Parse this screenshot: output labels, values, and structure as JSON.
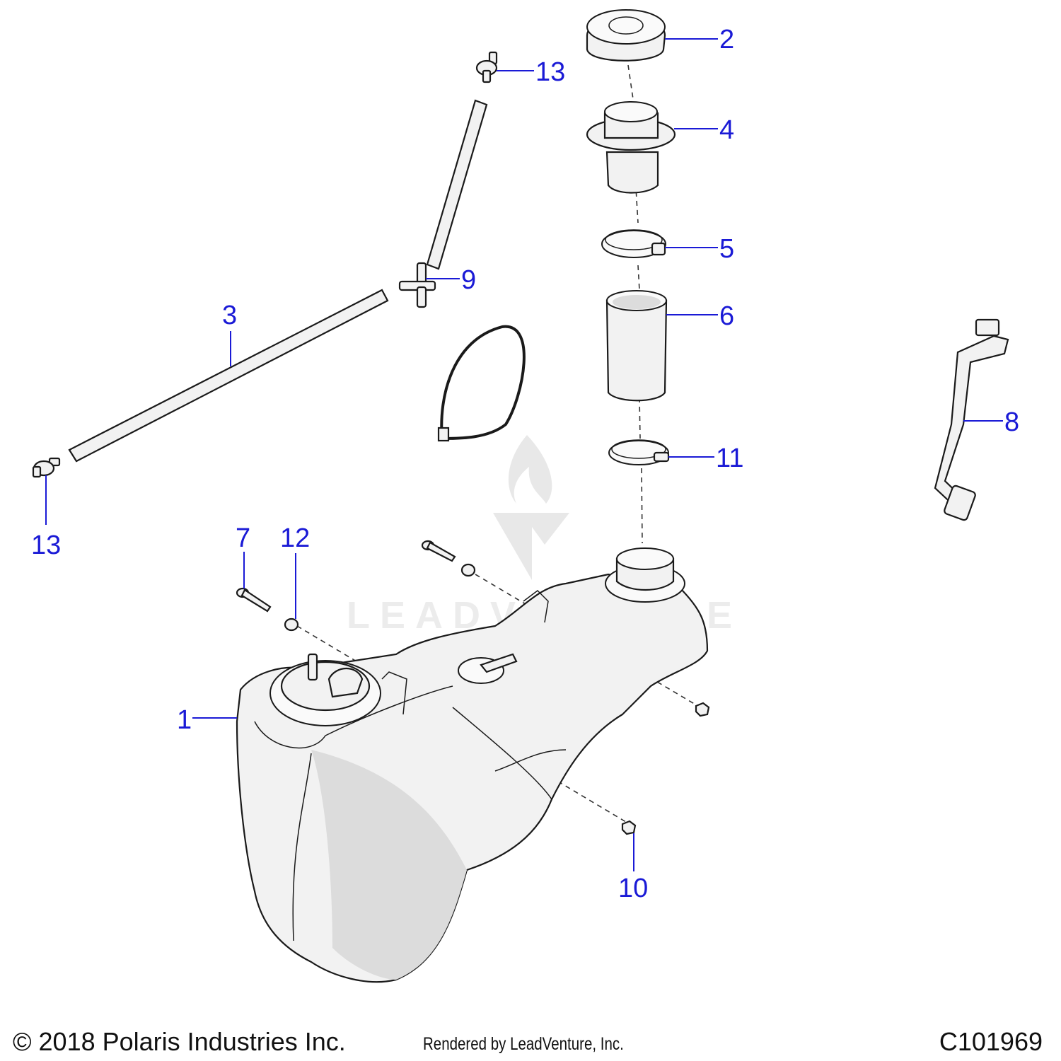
{
  "diagram": {
    "callouts": [
      {
        "id": "c2",
        "label": "2"
      },
      {
        "id": "c13a",
        "label": "13"
      },
      {
        "id": "c4",
        "label": "4"
      },
      {
        "id": "c5",
        "label": "5"
      },
      {
        "id": "c9",
        "label": "9"
      },
      {
        "id": "c3",
        "label": "3"
      },
      {
        "id": "c6",
        "label": "6"
      },
      {
        "id": "c8",
        "label": "8"
      },
      {
        "id": "c11",
        "label": "11"
      },
      {
        "id": "c13b",
        "label": "13"
      },
      {
        "id": "c7",
        "label": "7"
      },
      {
        "id": "c12",
        "label": "12"
      },
      {
        "id": "c1",
        "label": "1"
      },
      {
        "id": "c10",
        "label": "10"
      }
    ],
    "watermark": "LEADVENTURE"
  },
  "footer": {
    "copyright": "© 2018 Polaris Industries Inc.",
    "rendered_by": "Rendered by LeadVenture, Inc.",
    "code": "C101969"
  },
  "colors": {
    "callout": "#1a1ad6",
    "line_art": "#1a1a1a",
    "watermark": "#e8e8e8"
  }
}
